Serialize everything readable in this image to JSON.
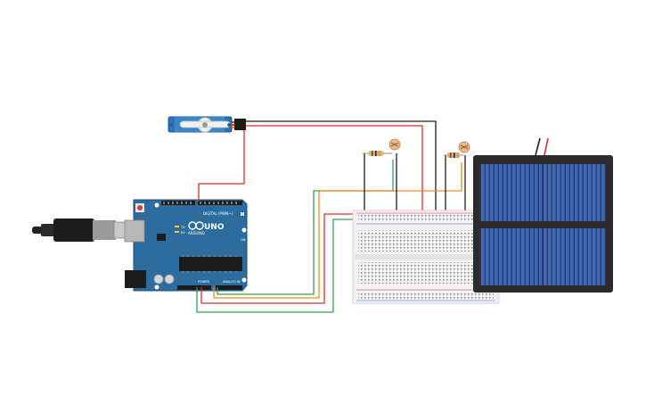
{
  "arduino": {
    "brand": "ARDUINO",
    "model": "UNO",
    "digital_label": "DIGITAL (PWM~)",
    "power_label": "POWER",
    "analog_label": "ANALOG IN",
    "on_label": "ON",
    "tx_label": "TX",
    "rx_label": "RX",
    "board_color": "#2c6c9e"
  },
  "wire_colors": {
    "power": "#e02a2a",
    "ground": "#1d1d1d",
    "signal_a": "#f08c1a",
    "signal_b": "#33a04a"
  },
  "components": [
    "arduino-uno",
    "usb-cable",
    "servo-motor",
    "breadboard",
    "photoresistor",
    "photoresistor",
    "resistor",
    "resistor",
    "solar-panel"
  ]
}
